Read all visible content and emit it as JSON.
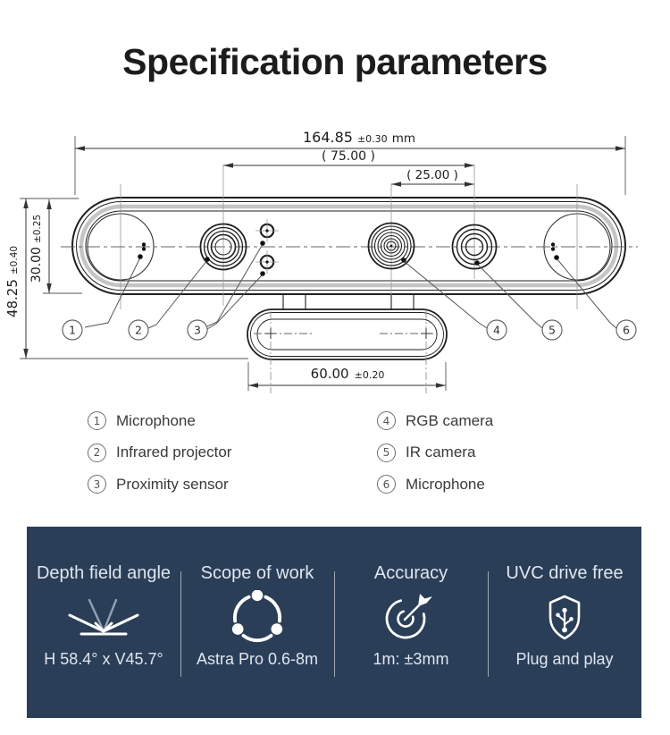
{
  "title": "Specification parameters",
  "diagram": {
    "dims": {
      "width_value": "164.85",
      "width_tol": "±0.30",
      "width_unit": "mm",
      "d75": "( 75.00 )",
      "d25": "( 25.00 )",
      "height_value": "48.25",
      "height_tol": "±0.40",
      "body_h_value": "30.00",
      "body_h_tol": "±0.25",
      "base_value": "60.00",
      "base_tol": "±0.20"
    },
    "callouts": [
      "1",
      "2",
      "3",
      "4",
      "5",
      "6"
    ]
  },
  "legend": {
    "items": [
      {
        "num": "1",
        "label": "Microphone"
      },
      {
        "num": "2",
        "label": "Infrared projector"
      },
      {
        "num": "3",
        "label": "Proximity sensor"
      },
      {
        "num": "4",
        "label": "RGB camera"
      },
      {
        "num": "5",
        "label": "IR camera"
      },
      {
        "num": "6",
        "label": "Microphone"
      }
    ]
  },
  "panel": {
    "bg": "#2b3e58",
    "columns": [
      {
        "title": "Depth field angle",
        "icon": "field-angle-icon",
        "value": "H 58.4° x V45.7°"
      },
      {
        "title": "Scope of work",
        "icon": "orbit-share-icon",
        "value": "Astra Pro 0.6-8m"
      },
      {
        "title": "Accuracy",
        "icon": "target-arrow-icon",
        "value": "1m: ±3mm"
      },
      {
        "title": "UVC drive free",
        "icon": "shield-usb-icon",
        "value": "Plug and play"
      }
    ]
  }
}
